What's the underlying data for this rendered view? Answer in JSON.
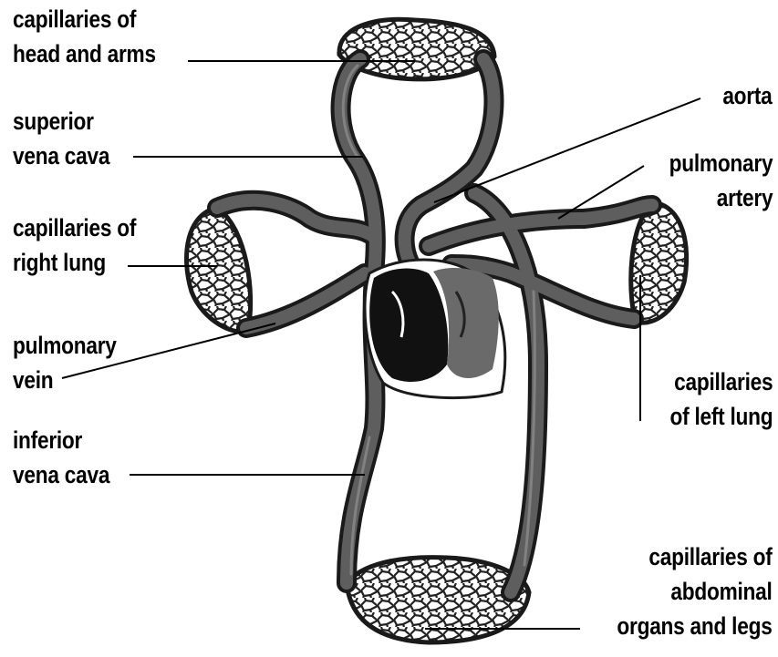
{
  "labels": {
    "capillaries_head_arms": [
      "capillaries of",
      "head and arms"
    ],
    "superior_vena_cava": [
      "superior",
      "vena cava"
    ],
    "capillaries_right_lung": [
      "capillaries of",
      "right lung"
    ],
    "pulmonary_vein": [
      "pulmonary",
      "vein"
    ],
    "inferior_vena_cava": [
      "inferior",
      "vena cava"
    ],
    "aorta": [
      "aorta"
    ],
    "pulmonary_artery": [
      "pulmonary",
      "artery"
    ],
    "capillaries_left_lung": [
      "capillaries",
      "of left lung"
    ],
    "capillaries_abdominal": [
      "capillaries of",
      "abdominal",
      "organs and legs"
    ]
  },
  "colors": {
    "vessel_outline": "#1a1a1a",
    "vessel_fill": "#5a5a5a",
    "heart_right": "#111111",
    "heart_left": "#6a6a6a",
    "capillary_mesh": "#222222",
    "leader_line": "#000000"
  }
}
